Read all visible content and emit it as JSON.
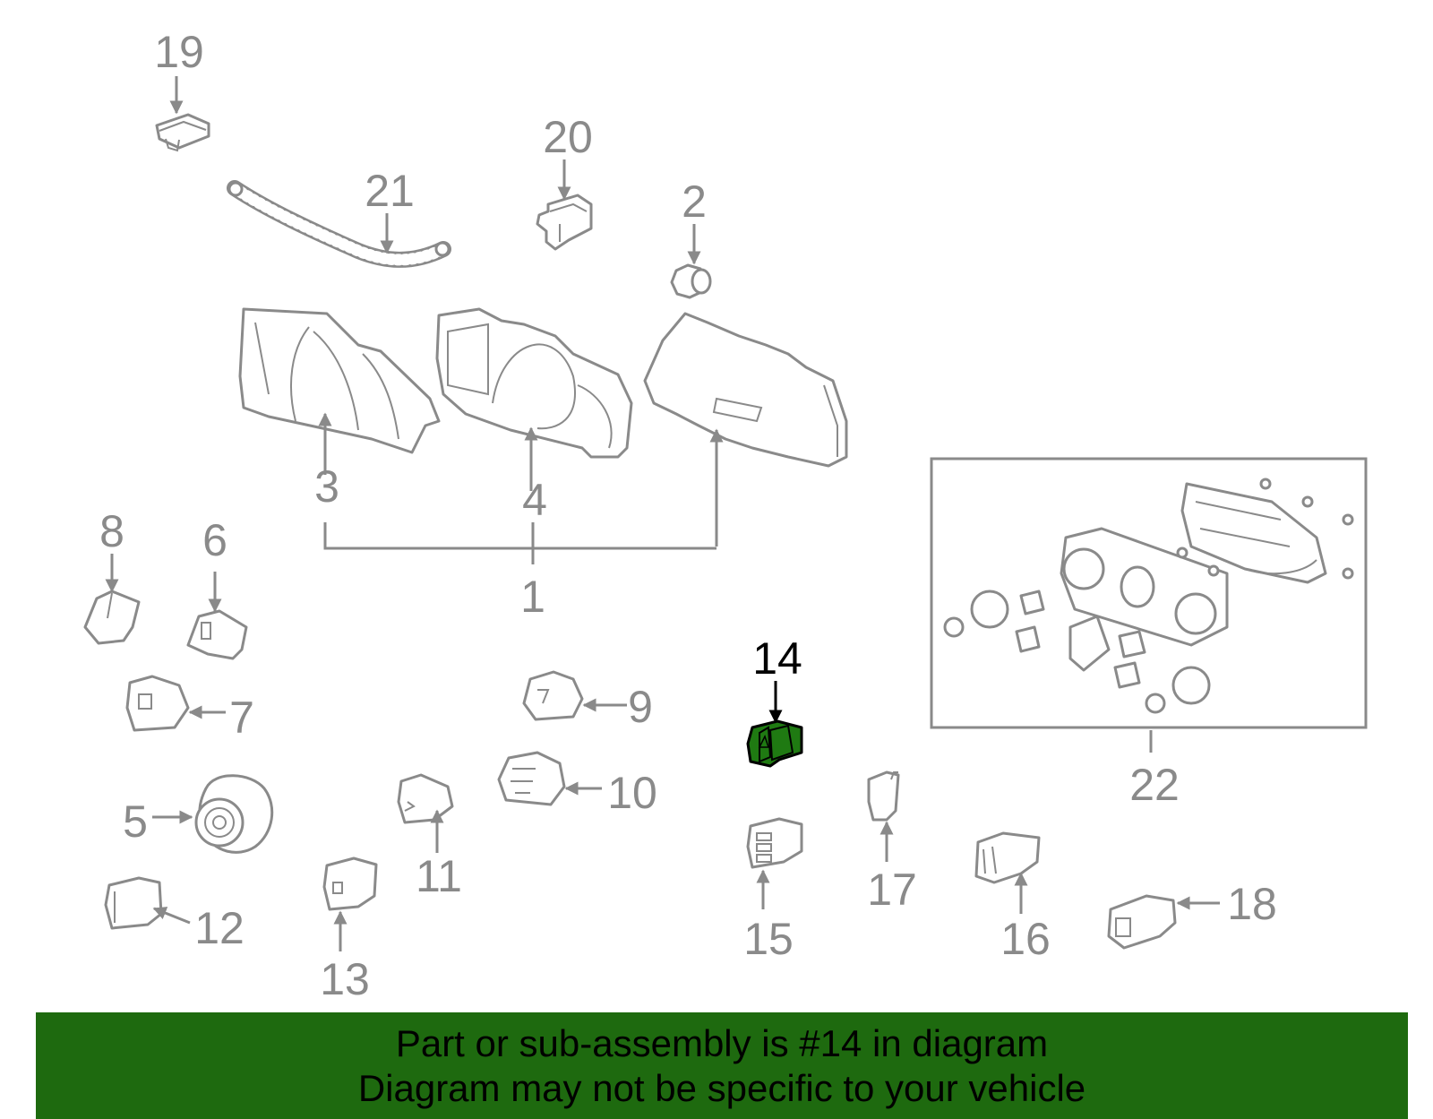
{
  "diagram": {
    "selected_callout": "14",
    "callouts": {
      "c1": "1",
      "c2": "2",
      "c3": "3",
      "c4": "4",
      "c5": "5",
      "c6": "6",
      "c7": "7",
      "c8": "8",
      "c9": "9",
      "c10": "10",
      "c11": "11",
      "c12": "12",
      "c13": "13",
      "c14": "14",
      "c15": "15",
      "c16": "16",
      "c17": "17",
      "c18": "18",
      "c19": "19",
      "c20": "20",
      "c21": "21",
      "c22": "22"
    },
    "colors": {
      "line": "#8a8a8a",
      "highlight": "#1f7a12",
      "banner": "#1e6a0f"
    }
  },
  "banner": {
    "line1": "Part or sub-assembly is #14 in diagram",
    "line2": "Diagram may not be specific to your vehicle"
  }
}
